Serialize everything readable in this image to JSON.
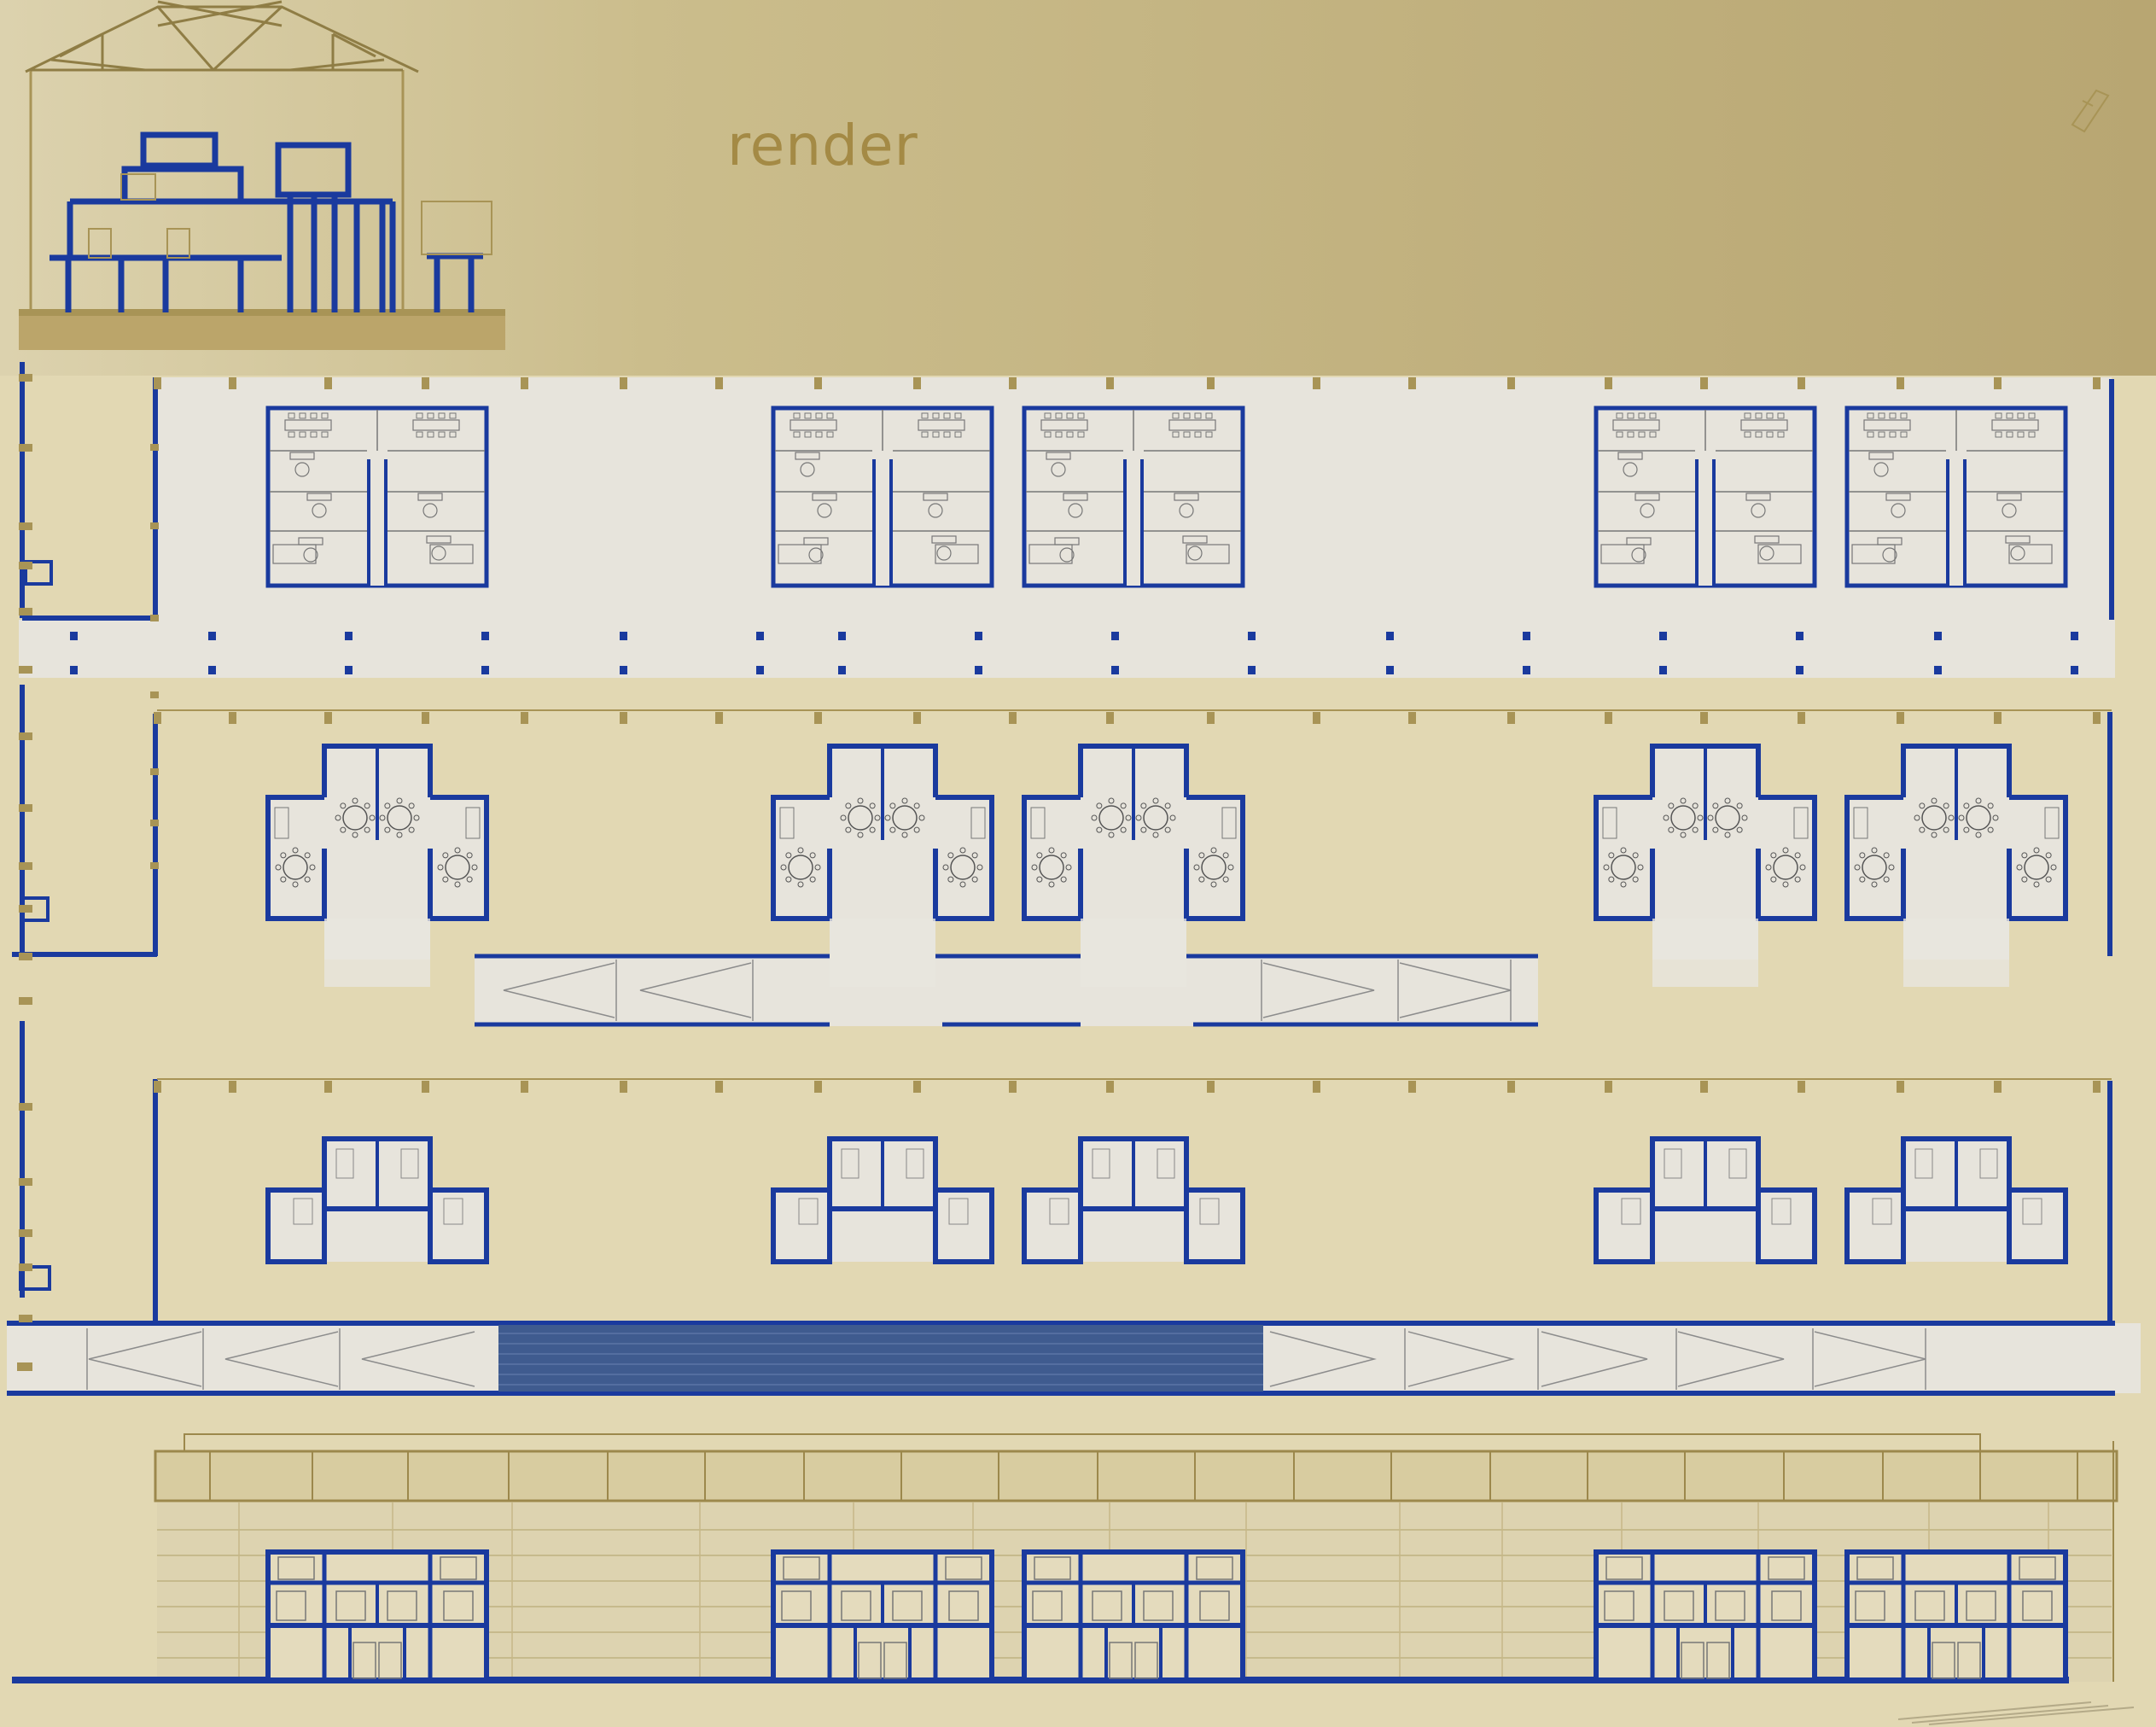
{
  "title": "render",
  "colors": {
    "background": "#e2d8b3",
    "banner_gradient_start": "#dcd2ae",
    "banner_gradient_end": "#b8a672",
    "wall_blue": "#1a3a9e",
    "floor_light": "#e7e4dc",
    "title_gold": "#a48a45",
    "structure_tan": "#a89456"
  },
  "drawings": [
    {
      "name": "building-section",
      "description_type": "section"
    },
    {
      "name": "floor-plan-level-3",
      "description_type": "plan",
      "unit_type": "office"
    },
    {
      "name": "floor-plan-level-2",
      "description_type": "plan",
      "unit_type": "meeting"
    },
    {
      "name": "floor-plan-level-1",
      "description_type": "plan",
      "unit_type": "service"
    },
    {
      "name": "building-elevation",
      "description_type": "elevation"
    }
  ],
  "module_count_per_level": 5
}
